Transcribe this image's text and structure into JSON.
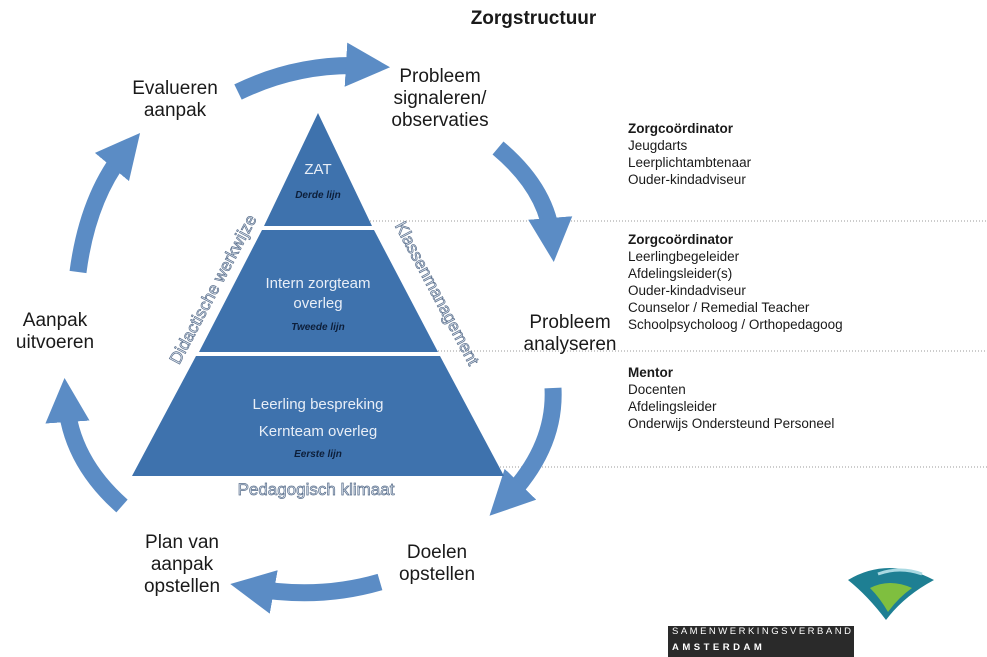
{
  "title": "Zorgstructuur",
  "cycle_steps": {
    "signal": [
      "Probleem",
      "signaleren/",
      "observaties"
    ],
    "analyse": [
      "Probleem",
      "analyseren"
    ],
    "goals": [
      "Doelen",
      "opstellen"
    ],
    "plan": [
      "Plan van",
      "aanpak",
      "opstellen"
    ],
    "execute": [
      "Aanpak",
      "uitvoeren"
    ],
    "evaluate": [
      "Evalueren",
      "aanpak"
    ]
  },
  "pyramid": {
    "top": {
      "label": "ZAT",
      "level": "Derde lijn"
    },
    "middle": {
      "label": [
        "Intern zorgteam",
        "overleg"
      ],
      "level": "Tweede lijn"
    },
    "bottom": {
      "label": [
        "Leerling bespreking",
        "Kernteam overleg"
      ],
      "level": "Eerste lijn"
    },
    "left_side": "Didactische werkwijze",
    "right_side": "Klassenmanagement",
    "base": "Pedagogisch klimaat"
  },
  "roles": [
    {
      "head": "Zorgcoördinator",
      "items": [
        "Jeugdarts",
        "Leerplichtambtenaar",
        "Ouder-kindadviseur"
      ]
    },
    {
      "head": "Zorgcoördinator",
      "items": [
        "Leerlingbegeleider",
        "Afdelingsleider(s)",
        "Ouder-kindadviseur",
        "Counselor / Remedial Teacher",
        "Schoolpsycholoog / Orthopedagoog"
      ]
    },
    {
      "head": "Mentor",
      "items": [
        "Docenten",
        "Afdelingsleider",
        "Onderwijs Ondersteund Personeel"
      ]
    }
  ],
  "logo": {
    "line1": "SAMENWERKINGSVERBAND",
    "line2": "AMSTERDAM"
  },
  "colors": {
    "pyramid": "#3e72ad",
    "arrow": "#5b8cc5",
    "tier_text": "#e8eef7",
    "side_text": "#dfe6ef",
    "logo_teal": "#1e7f93"
  }
}
